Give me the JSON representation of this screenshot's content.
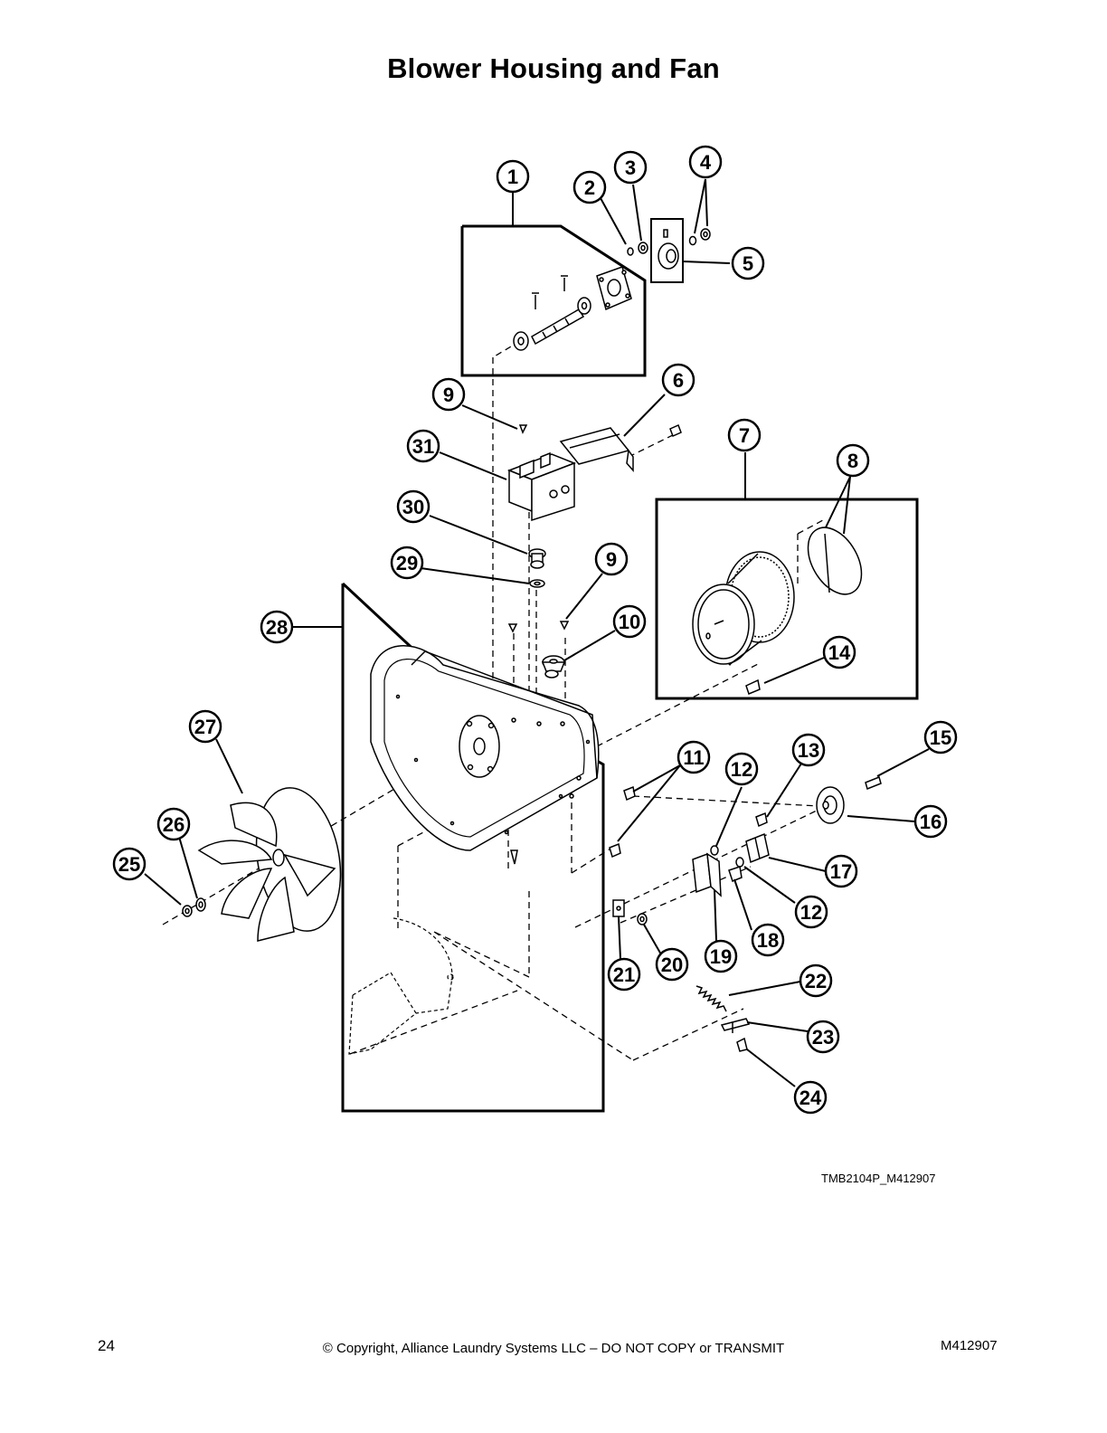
{
  "page": {
    "title": "Blower Housing and Fan",
    "figure_code": "TMB2104P_M412907",
    "page_number": "24",
    "copyright": "© Copyright, Alliance Laundry Systems LLC – DO NOT COPY or TRANSMIT",
    "document_number": "M412907"
  },
  "callouts": [
    {
      "label": "1"
    },
    {
      "label": "2"
    },
    {
      "label": "3"
    },
    {
      "label": "4"
    },
    {
      "label": "5"
    },
    {
      "label": "6"
    },
    {
      "label": "7"
    },
    {
      "label": "8"
    },
    {
      "label": "9"
    },
    {
      "label": "31"
    },
    {
      "label": "30"
    },
    {
      "label": "29"
    },
    {
      "label": "9"
    },
    {
      "label": "10"
    },
    {
      "label": "28"
    },
    {
      "label": "14"
    },
    {
      "label": "27"
    },
    {
      "label": "11"
    },
    {
      "label": "13"
    },
    {
      "label": "15"
    },
    {
      "label": "12"
    },
    {
      "label": "16"
    },
    {
      "label": "26"
    },
    {
      "label": "25"
    },
    {
      "label": "17"
    },
    {
      "label": "12"
    },
    {
      "label": "18"
    },
    {
      "label": "19"
    },
    {
      "label": "20"
    },
    {
      "label": "21"
    },
    {
      "label": "22"
    },
    {
      "label": "23"
    },
    {
      "label": "24"
    }
  ]
}
